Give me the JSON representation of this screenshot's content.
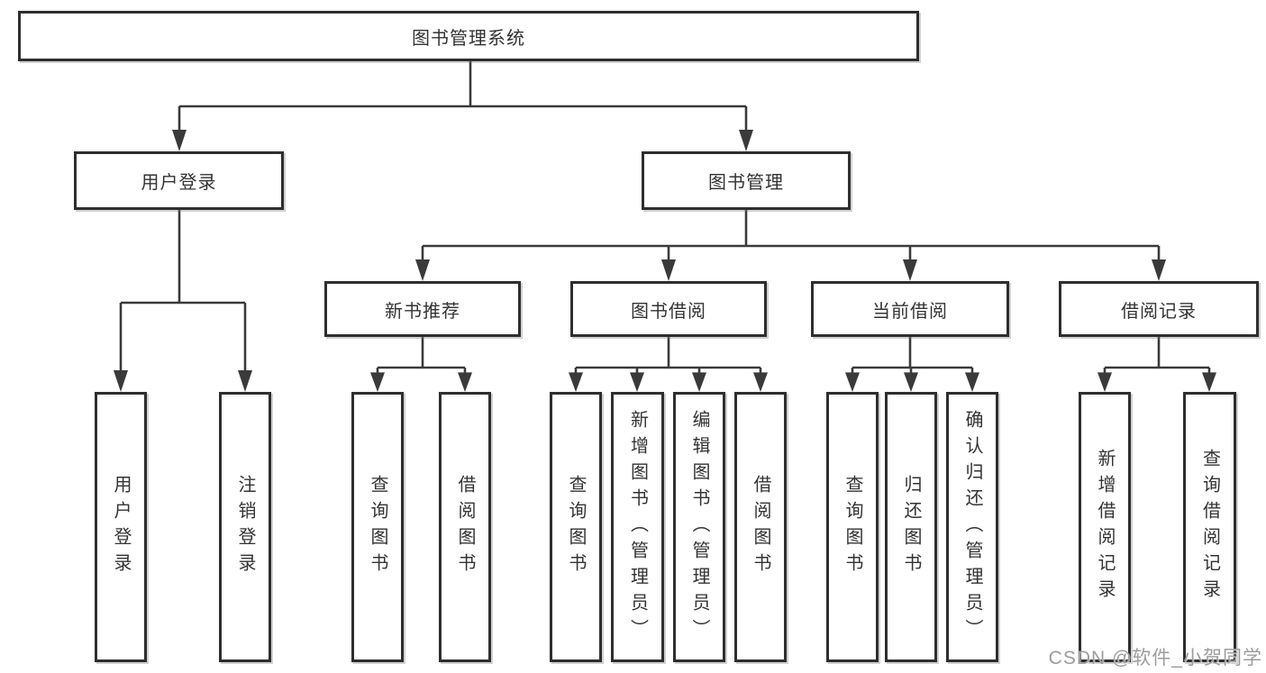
{
  "tree": {
    "root": {
      "label": "图书管理系统",
      "children": [
        {
          "label": "用户登录",
          "children": [
            {
              "label": "用户登录"
            },
            {
              "label": "注销登录"
            }
          ]
        },
        {
          "label": "图书管理",
          "children": [
            {
              "label": "新书推荐",
              "children": [
                {
                  "label": "查询图书"
                },
                {
                  "label": "借阅图书"
                }
              ]
            },
            {
              "label": "图书借阅",
              "children": [
                {
                  "label": "查询图书"
                },
                {
                  "label": "新增图书（管理员）"
                },
                {
                  "label": "编辑图书（管理员）"
                },
                {
                  "label": "借阅图书"
                }
              ]
            },
            {
              "label": "当前借阅",
              "children": [
                {
                  "label": "查询图书"
                },
                {
                  "label": "归还图书"
                },
                {
                  "label": "确认归还（管理员）"
                }
              ]
            },
            {
              "label": "借阅记录",
              "children": [
                {
                  "label": "新增借阅记录"
                },
                {
                  "label": "查询借阅记录"
                }
              ]
            }
          ]
        }
      ]
    }
  },
  "watermark": {
    "text": "CSDN @软件_小贺同学"
  },
  "colors": {
    "line": "#3a3a3a",
    "box_border": "#2e2e2e",
    "text": "#333333",
    "watermark": "#9c9c9c"
  }
}
